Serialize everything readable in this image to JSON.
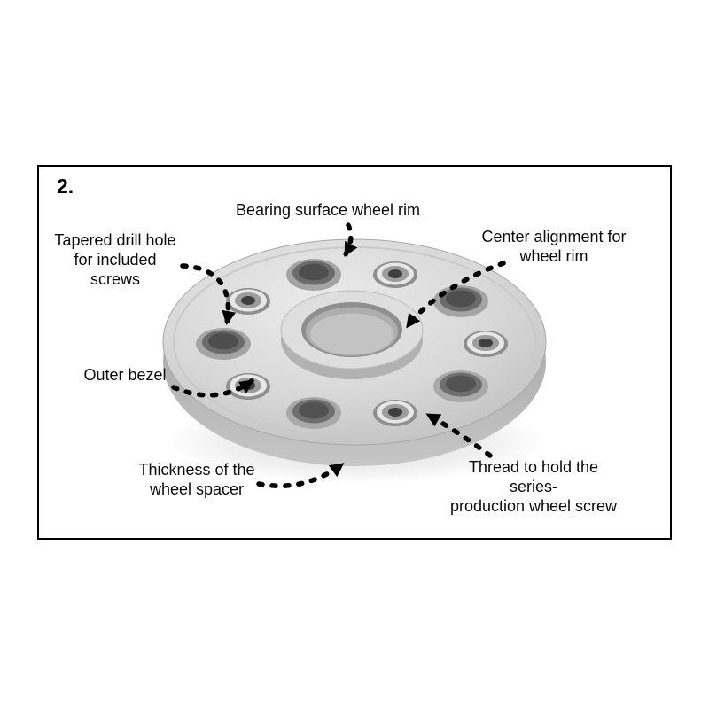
{
  "figure": {
    "step_number": "2.",
    "labels": {
      "bearing_surface": "Bearing surface wheel rim",
      "tapered_drill_hole": "Tapered drill hole\nfor included\nscrews",
      "center_alignment": "Center alignment for\nwheel rim",
      "outer_bezel": "Outer bezel",
      "thickness": "Thickness of the\nwheel spacer",
      "thread": "Thread to hold the series-\nproduction wheel screw"
    },
    "colors": {
      "frame_border": "#000000",
      "background": "#ffffff",
      "arrow": "#000000",
      "spacer_metal_light": "#e9e9e9",
      "spacer_metal_mid": "#cfcfcf",
      "spacer_metal_dark": "#8f8f8f"
    }
  }
}
